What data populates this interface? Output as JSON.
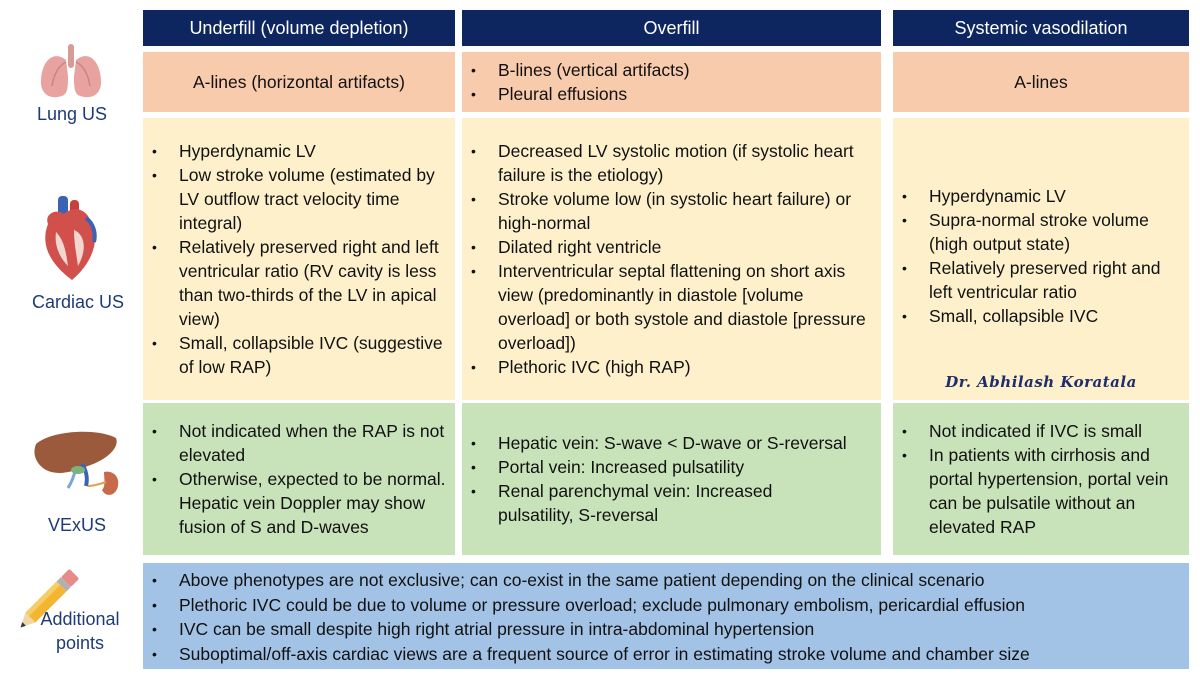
{
  "columns": {
    "underfill": "Underfill (volume depletion)",
    "overfill": "Overfill",
    "vasodilation": "Systemic vasodilation"
  },
  "rows": {
    "lung": {
      "label": "Lung US",
      "icon": "lungs-icon",
      "underfill": "A-lines (horizontal artifacts)",
      "overfill": [
        "B-lines (vertical artifacts)",
        "Pleural effusions"
      ],
      "vasodilation": "A-lines"
    },
    "cardiac": {
      "label": "Cardiac US",
      "icon": "heart-icon",
      "underfill": [
        "Hyperdynamic LV",
        "Low stroke volume (estimated by LV outflow tract velocity time integral)",
        "Relatively preserved right and left ventricular ratio (RV cavity is less than two-thirds of the LV in apical view)",
        "Small, collapsible IVC (suggestive of low RAP)"
      ],
      "overfill": [
        "Decreased LV systolic motion (if systolic heart failure is the etiology)",
        "Stroke volume low (in systolic heart failure) or high-normal",
        "Dilated right ventricle",
        "Interventricular septal flattening on short axis view (predominantly in diastole [volume overload] or both systole and diastole [pressure overload])",
        "Plethoric IVC (high RAP)"
      ],
      "vasodilation": [
        "Hyperdynamic LV",
        "Supra-normal stroke volume (high output state)",
        "Relatively preserved right and left ventricular ratio",
        "Small, collapsible IVC"
      ],
      "signature": "Dr. Abhilash Koratala"
    },
    "vexus": {
      "label": "VExUS",
      "icon": "liver-kidney-icon",
      "underfill": [
        "Not indicated when the RAP is not elevated",
        "Otherwise, expected to be normal. Hepatic vein Doppler may show fusion of S and D-waves"
      ],
      "overfill": [
        "Hepatic vein: S-wave < D-wave or S-reversal",
        "Portal vein: Increased pulsatility",
        "Renal parenchymal vein: Increased pulsatility, S-reversal"
      ],
      "vasodilation": [
        "Not indicated if IVC is small",
        "In patients with cirrhosis and portal hypertension, portal vein can be pulsatile without an elevated RAP"
      ]
    },
    "additional": {
      "label_line1": "Additional",
      "label_line2": "points",
      "icon": "pencil-icon",
      "points": [
        "Above phenotypes are not exclusive; can co-exist in the same patient depending on the clinical scenario",
        "Plethoric IVC could be due to volume or pressure overload; exclude pulmonary embolism, pericardial effusion",
        "IVC can be small despite high right atrial pressure in intra-abdominal hypertension",
        "Suboptimal/off-axis cardiac views are a frequent source of error in estimating stroke volume and chamber size"
      ]
    }
  },
  "colors": {
    "header": "#0e2660",
    "lung_row": "#f8cbad",
    "cardiac_row": "#fdf0cb",
    "vexus_row": "#c8e2b9",
    "additional_row": "#a3c3e6",
    "row_label": "#1f3b77"
  }
}
